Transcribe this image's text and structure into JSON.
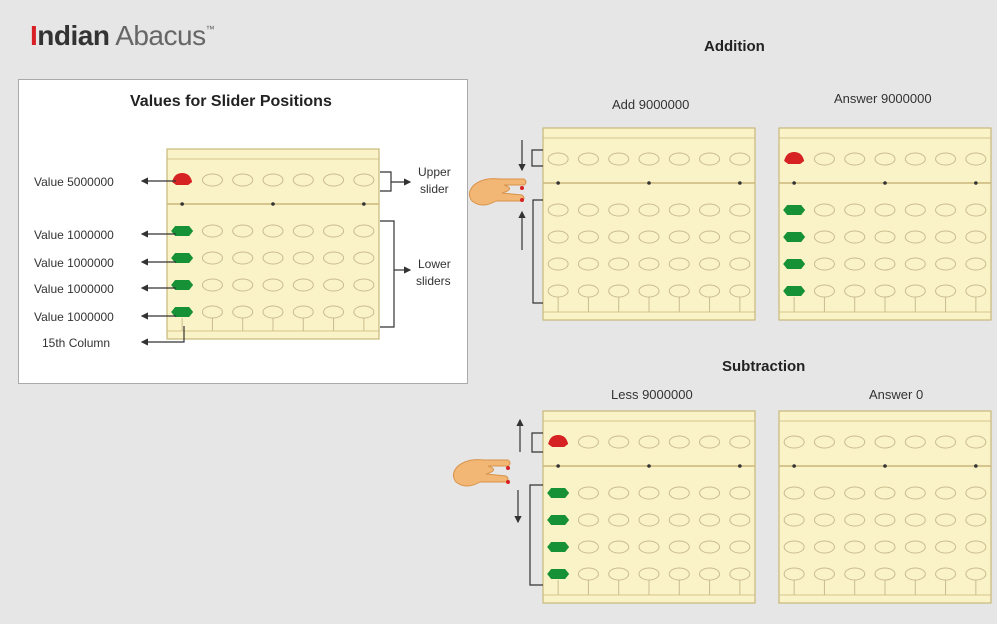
{
  "brand": {
    "part1": "I",
    "part2": "ndian",
    "part3": " Abacus",
    "tm": "™"
  },
  "left_panel": {
    "title": "Values for Slider Positions",
    "value_upper": "Value 5000000",
    "value_lower": [
      "Value 1000000",
      "Value 1000000",
      "Value 1000000",
      "Value 1000000"
    ],
    "column_label": "15th Column",
    "upper_label": [
      "Upper",
      "slider"
    ],
    "lower_label": [
      "Lower",
      "sliders"
    ]
  },
  "addition": {
    "title": "Addition",
    "left_caption": "Add 9000000",
    "right_caption": "Answer  9000000"
  },
  "subtraction": {
    "title": "Subtraction",
    "left_caption": "Less 9000000",
    "right_caption": "Answer 0"
  },
  "colors": {
    "background": "#e6e6e6",
    "frame": "#fbf3c8",
    "frame_border": "#c9b87a",
    "bead_outline": "#c8bc8e",
    "upper_active": "#d62222",
    "lower_active": "#169136",
    "hand": "#f2b774"
  },
  "abaci": [
    {
      "id": "legend",
      "columns": 7,
      "active_column": 0,
      "upper_active": true,
      "lower_active": 4
    },
    {
      "id": "add-start",
      "columns": 7,
      "active_column": 0,
      "upper_active": false,
      "lower_active": 0
    },
    {
      "id": "add-answer",
      "columns": 7,
      "active_column": 0,
      "upper_active": true,
      "lower_active": 4
    },
    {
      "id": "sub-start",
      "columns": 7,
      "active_column": 0,
      "upper_active": true,
      "lower_active": 4
    },
    {
      "id": "sub-answer",
      "columns": 7,
      "active_column": 0,
      "upper_active": false,
      "lower_active": 0
    }
  ]
}
